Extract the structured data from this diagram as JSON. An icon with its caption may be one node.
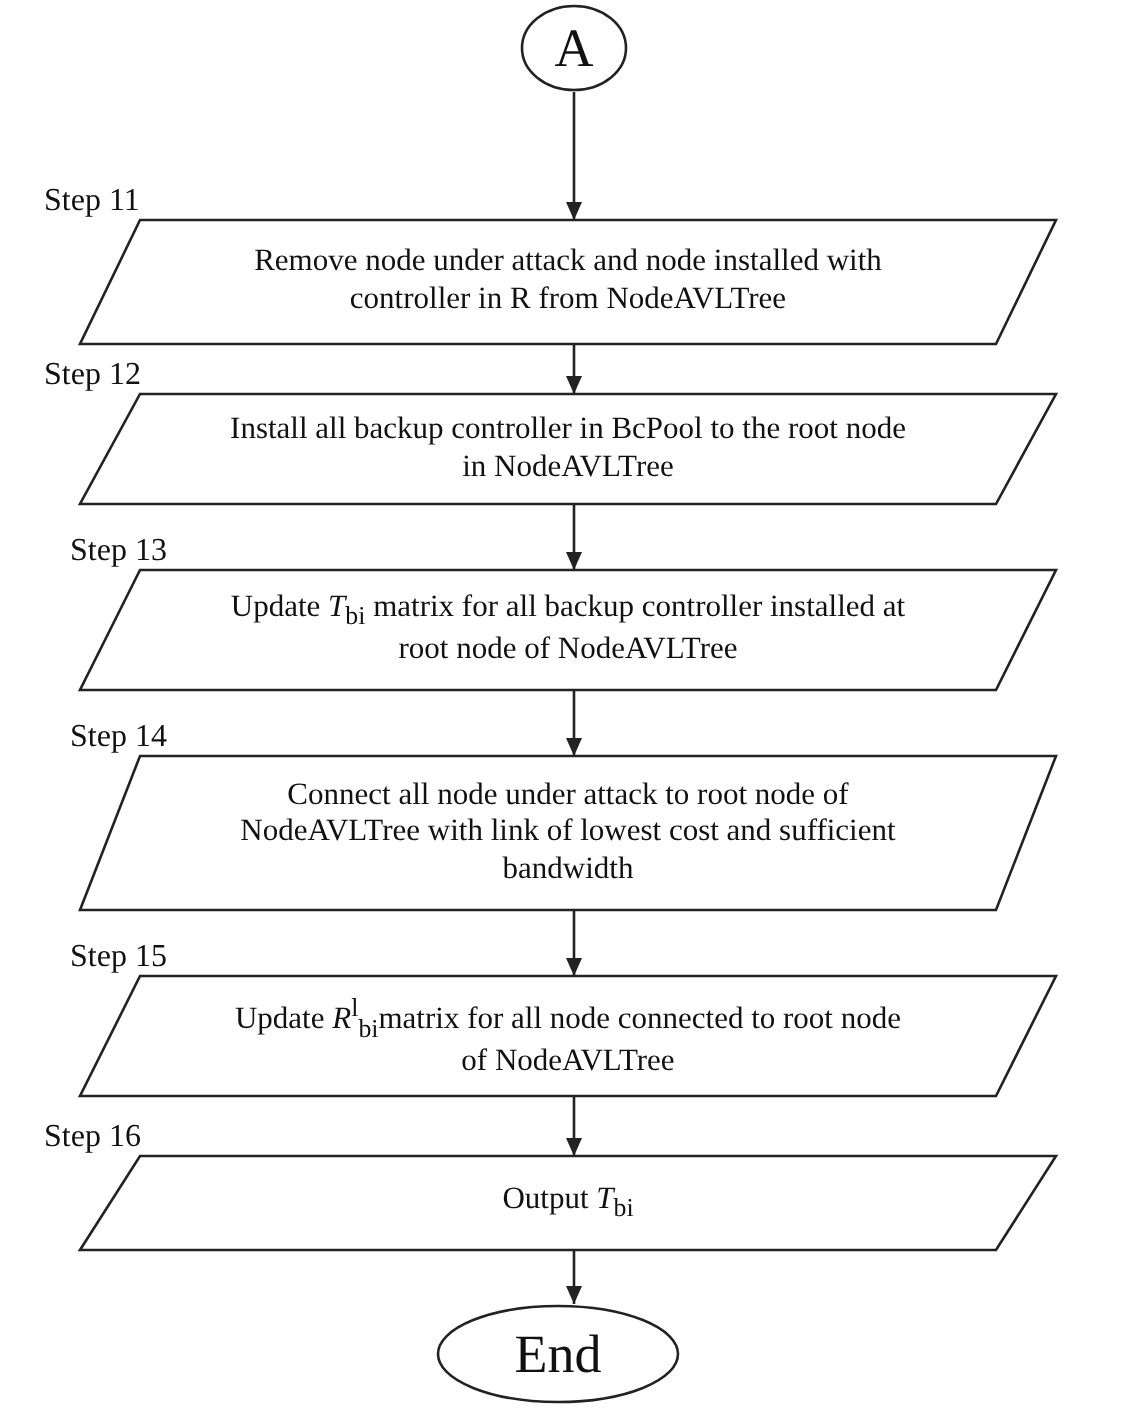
{
  "diagram": {
    "nodes": [
      {
        "text": [
          "A"
        ]
      },
      {
        "text": [
          "Step 11",
          "Remove node under attack and node installed with controller in R from NodeAVLTree"
        ]
      },
      {
        "text": [
          "Step 12",
          "Install all backup controller in BcPool to the root node in NodeAVLTree"
        ]
      },
      {
        "text": [
          "Step 13",
          "Update *T*$_{bi}$ matrix for all backup controller installed at root node of NodeAVLTree"
        ]
      },
      {
        "text": [
          "Step 14",
          "Connect all node under attack to root node of NodeAVLTree with link of lowest cost and sufficient bandwidth"
        ]
      },
      {
        "text": [
          "Step 15",
          "Update *R*$^{l}$$_{bi}$matrix for all node connected to root node of NodeAVLTree"
        ]
      },
      {
        "text": [
          "Step 16",
          "Output *T*$_{bi}$"
        ]
      },
      {
        "text": [
          "End"
        ]
      }
    ],
    "edges": [
      {
        "from": 0,
        "to": 1,
        "arrow": "to"
      },
      {
        "from": 1,
        "to": 2,
        "arrow": "to"
      },
      {
        "from": 2,
        "to": 3,
        "arrow": "to"
      },
      {
        "from": 3,
        "to": 4,
        "arrow": "to"
      },
      {
        "from": 4,
        "to": 5,
        "arrow": "to"
      },
      {
        "from": 5,
        "to": 6,
        "arrow": "to"
      },
      {
        "from": 6,
        "to": 7,
        "arrow": "to"
      }
    ]
  }
}
